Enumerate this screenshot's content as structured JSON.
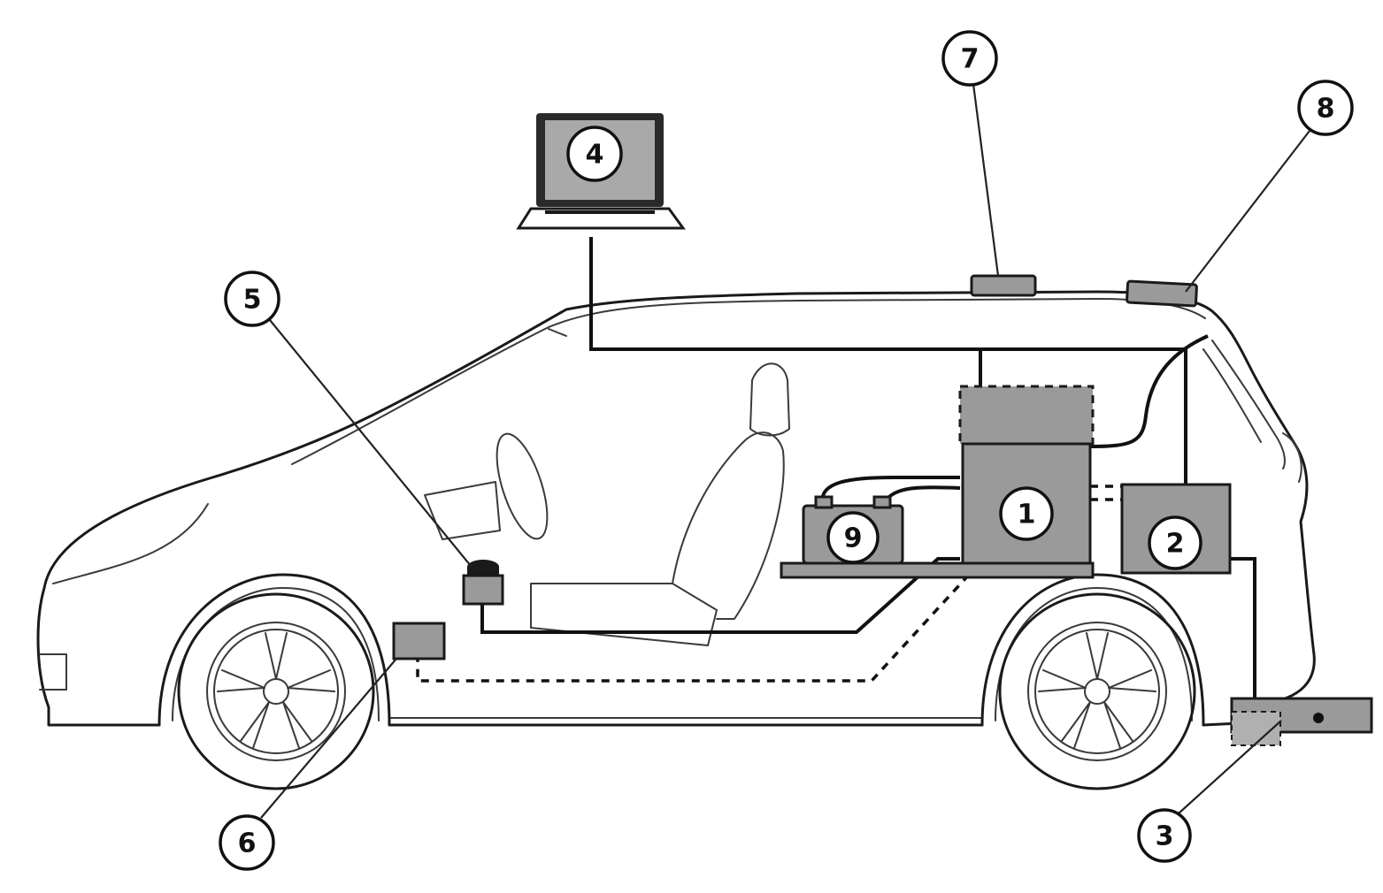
{
  "callouts": [
    {
      "id": "1",
      "label": "1"
    },
    {
      "id": "2",
      "label": "2"
    },
    {
      "id": "3",
      "label": "3"
    },
    {
      "id": "4",
      "label": "4"
    },
    {
      "id": "5",
      "label": "5"
    },
    {
      "id": "6",
      "label": "6"
    },
    {
      "id": "7",
      "label": "7"
    },
    {
      "id": "8",
      "label": "8"
    },
    {
      "id": "9",
      "label": "9"
    }
  ],
  "colors": {
    "component_fill": "#9a9a9a",
    "line": "#111111",
    "background": "#ffffff"
  }
}
